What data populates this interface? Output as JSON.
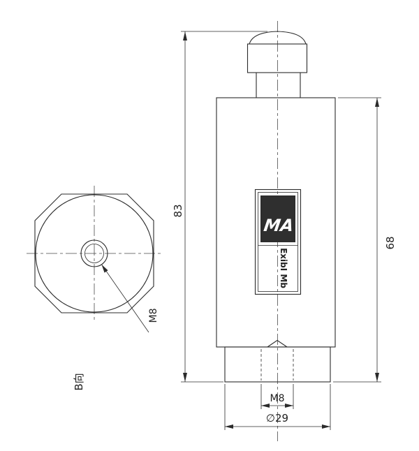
{
  "page": {
    "background": "#ffffff",
    "line_color": "#2b2b2b"
  },
  "views": {
    "end_view": {
      "label": "B向",
      "thread_callout": "M8"
    },
    "side_view": {
      "nameplate": {
        "logo": "MA",
        "marking": "ExibI Mb"
      }
    }
  },
  "dimensions": {
    "overall_height": "83",
    "body_height": "68",
    "thread": "M8",
    "diameter": "∅29"
  }
}
